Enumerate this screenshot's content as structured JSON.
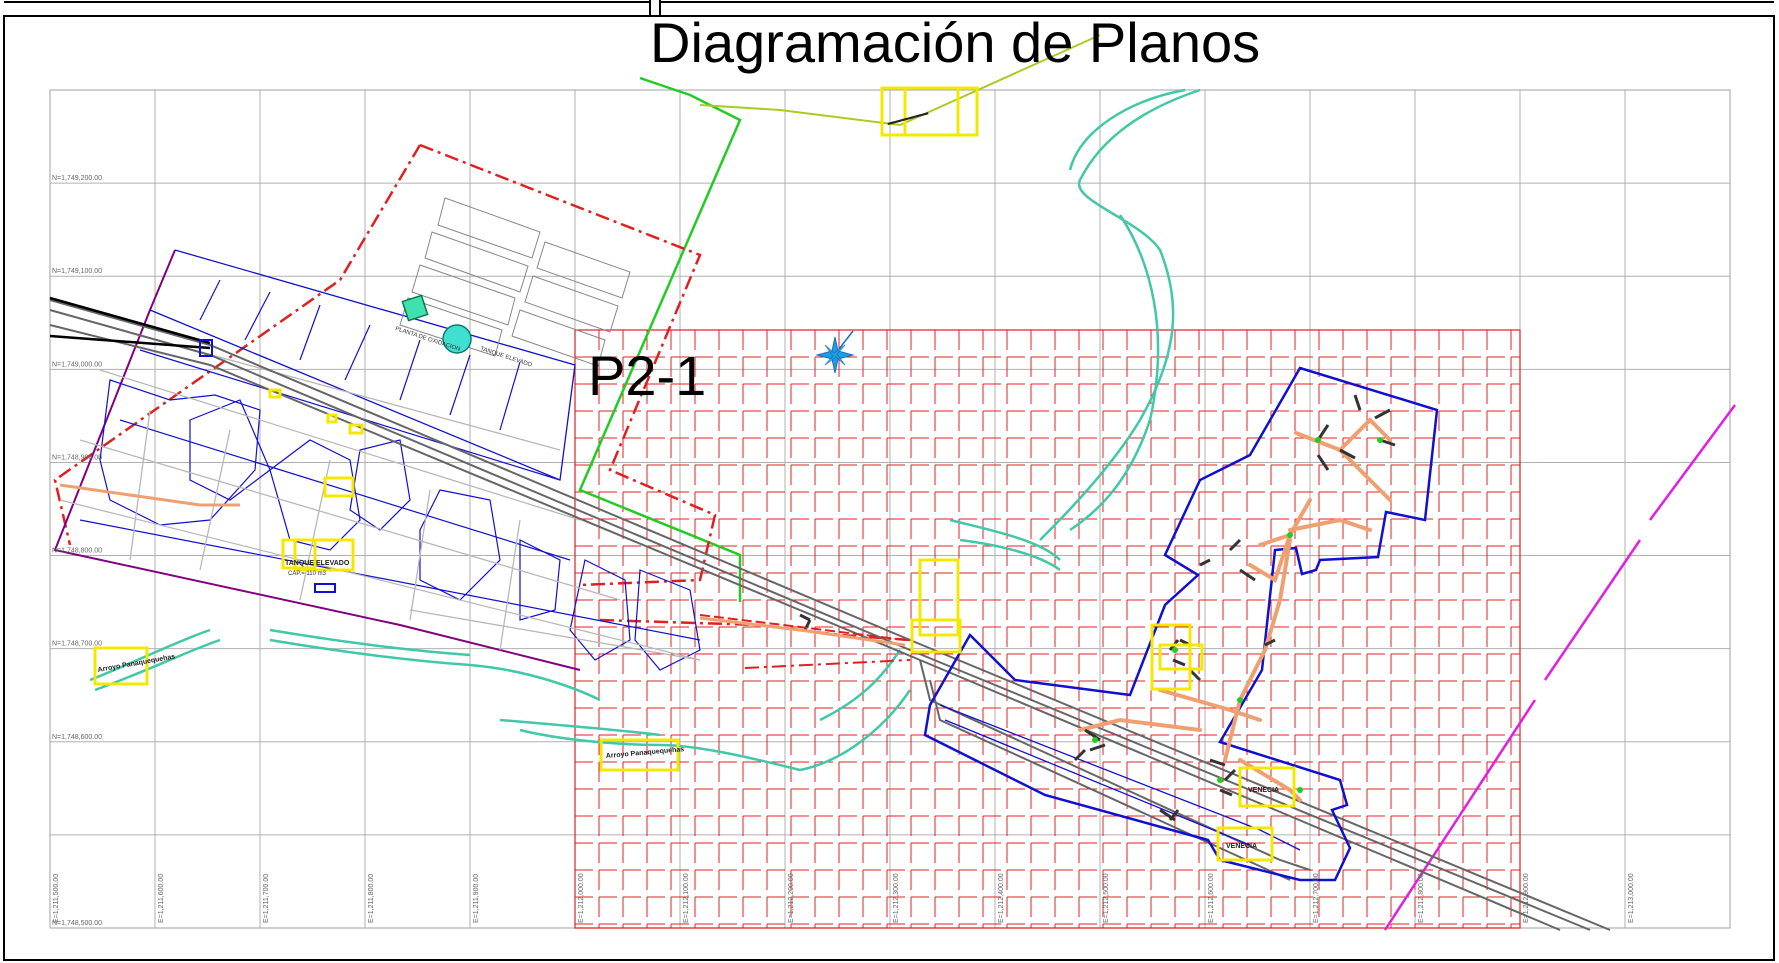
{
  "title": "Diagramación de Planos",
  "sheet_label": "P2-1",
  "northing_labels": [
    "N=1,749,200.00",
    "N=1,749,100.00",
    "N=1,749,000.00",
    "N=1,748,900.00",
    "N=1,748,800.00",
    "N=1,748,700.00",
    "N=1,748,600.00",
    "N=1,748,500.00"
  ],
  "easting_labels": [
    "E=1,211,500.00",
    "E=1,211,600.00",
    "E=1,211,700.00",
    "E=1,211,800.00",
    "E=1,211,900.00",
    "E=1,212,000.00",
    "E=1,212,100.00",
    "E=1,212,200.00",
    "E=1,212,300.00",
    "E=1,212,400.00",
    "E=1,212,500.00",
    "E=1,212,600.00",
    "E=1,212,700.00",
    "E=1,212,800.00",
    "E=1,212,900.00",
    "E=1,213,000.00"
  ],
  "site_labels": {
    "planta": "PLANTA DE OXIDACION",
    "tanque": "TANQUE ELEVADO",
    "tanque_elevado": "TANQUE ELEVADO",
    "cap": "CAP.= 110 m3",
    "arroyo": "Arroyo Panaquequehas",
    "venecia": "VENECIA"
  },
  "colors": {
    "grid": "#b0b0b0",
    "sheet_grid": "#e02020",
    "boundary_blue": "#1010d0",
    "green_line": "#22cc22",
    "yellow_box": "#f5e800",
    "stream": "#40c8a8",
    "magenta": "#e020e0"
  }
}
